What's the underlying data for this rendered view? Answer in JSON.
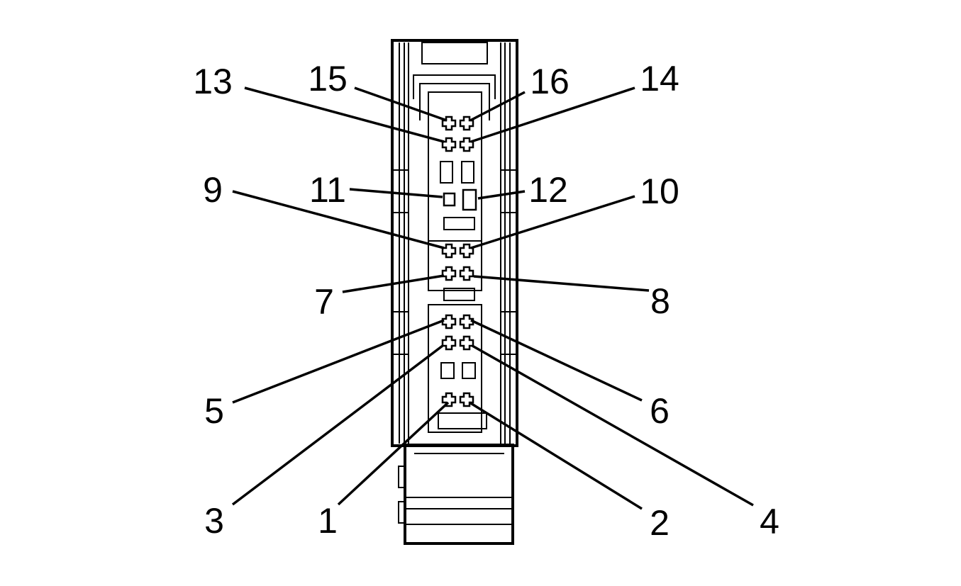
{
  "colors": {
    "line": "#000000",
    "background": "#ffffff"
  },
  "pins": [
    "1",
    "2",
    "3",
    "4",
    "5",
    "6",
    "7",
    "8",
    "9",
    "10",
    "11",
    "12",
    "13",
    "14",
    "15",
    "16"
  ]
}
